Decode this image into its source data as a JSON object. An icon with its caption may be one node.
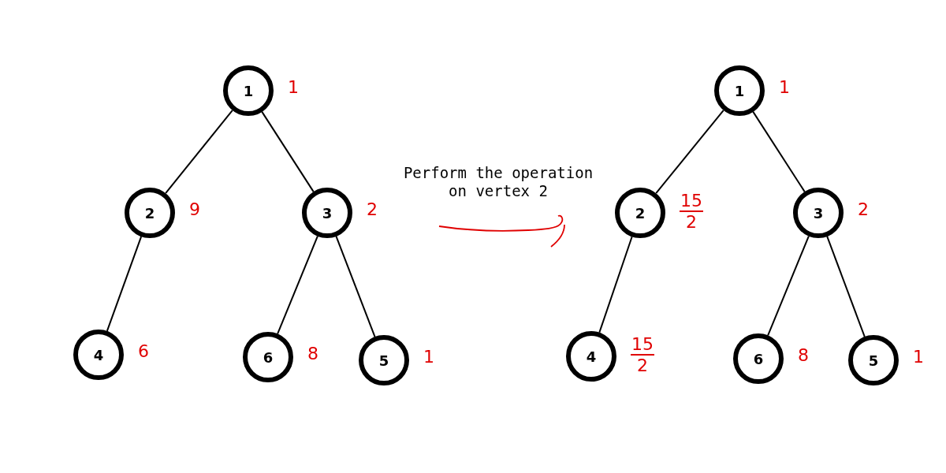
{
  "diagram": {
    "nodes": [
      {
        "text": [
          "1"
        ],
        "beside": [
          "1"
        ]
      },
      {
        "text": [
          "2"
        ],
        "beside": [
          "9"
        ]
      },
      {
        "text": [
          "3"
        ],
        "beside": [
          "2"
        ]
      },
      {
        "text": [
          "4"
        ],
        "beside": [
          "6"
        ]
      },
      {
        "text": [
          "6"
        ],
        "beside": [
          "8"
        ]
      },
      {
        "text": [
          "5"
        ],
        "beside": [
          "1"
        ]
      },
      {
        "text": [
          "1"
        ],
        "beside": [
          "1"
        ]
      },
      {
        "text": [
          "2"
        ],
        "beside": [
          "15",
          "2"
        ]
      },
      {
        "text": [
          "3"
        ],
        "beside": [
          "2"
        ]
      },
      {
        "text": [
          "4"
        ],
        "beside": [
          "15",
          "2"
        ]
      },
      {
        "text": [
          "6"
        ],
        "beside": [
          "8"
        ]
      },
      {
        "text": [
          "5"
        ],
        "beside": [
          "1"
        ]
      }
    ],
    "edges": [
      {
        "from": 0,
        "to": 1,
        "arrow": "none"
      },
      {
        "from": 0,
        "to": 2,
        "arrow": "none"
      },
      {
        "from": 1,
        "to": 3,
        "arrow": "none"
      },
      {
        "from": 2,
        "to": 4,
        "arrow": "none"
      },
      {
        "from": 2,
        "to": 5,
        "arrow": "none"
      },
      {
        "from": 6,
        "to": 7,
        "arrow": "none"
      },
      {
        "from": 6,
        "to": 8,
        "arrow": "none"
      },
      {
        "from": 7,
        "to": 9,
        "arrow": "none"
      },
      {
        "from": 8,
        "to": 10,
        "arrow": "none"
      },
      {
        "from": 8,
        "to": 11,
        "arrow": "none"
      }
    ],
    "labels": [
      "Perform the operation on vertex 2"
    ]
  }
}
